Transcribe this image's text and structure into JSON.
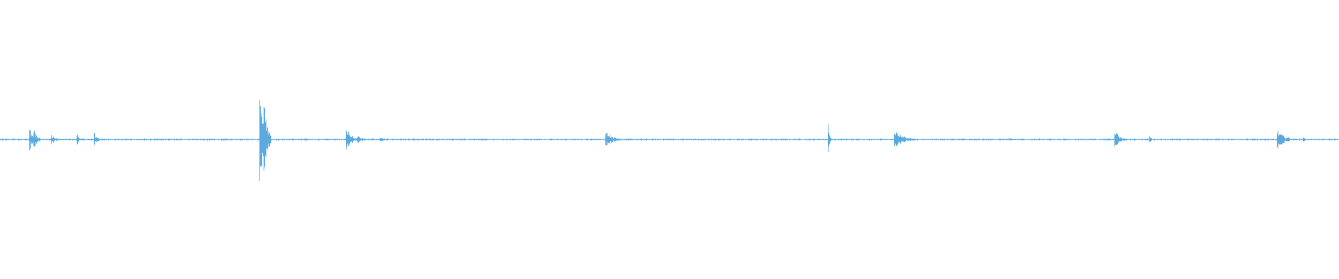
{
  "colors": {
    "background": "#ffffff",
    "waveform": "#5aaae0"
  },
  "chart_data": {
    "type": "line",
    "title": "",
    "xlabel": "",
    "ylabel": "",
    "grid": false,
    "legend": "none",
    "xlim": [
      0,
      1920
    ],
    "ylim": [
      -1,
      1
    ],
    "baseline_noise": 0.006,
    "bursts": [
      {
        "x": 42,
        "amplitude": 0.11,
        "duration": 8
      },
      {
        "x": 48,
        "amplitude": 0.09,
        "duration": 10
      },
      {
        "x": 73,
        "amplitude": 0.04,
        "duration": 14
      },
      {
        "x": 110,
        "amplitude": 0.06,
        "duration": 5
      },
      {
        "x": 135,
        "amplitude": 0.05,
        "duration": 9
      },
      {
        "x": 372,
        "amplitude": 0.41,
        "duration": 12
      },
      {
        "x": 378,
        "amplitude": 0.38,
        "duration": 10
      },
      {
        "x": 496,
        "amplitude": 0.13,
        "duration": 14
      },
      {
        "x": 512,
        "amplitude": 0.04,
        "duration": 16
      },
      {
        "x": 545,
        "amplitude": 0.02,
        "duration": 10
      },
      {
        "x": 868,
        "amplitude": 0.07,
        "duration": 20
      },
      {
        "x": 1187,
        "amplitude": 0.12,
        "duration": 4
      },
      {
        "x": 1282,
        "amplitude": 0.09,
        "duration": 26
      },
      {
        "x": 1598,
        "amplitude": 0.08,
        "duration": 14
      },
      {
        "x": 1648,
        "amplitude": 0.03,
        "duration": 6
      },
      {
        "x": 1831,
        "amplitude": 0.08,
        "duration": 22
      },
      {
        "x": 1868,
        "amplitude": 0.02,
        "duration": 10
      }
    ]
  }
}
